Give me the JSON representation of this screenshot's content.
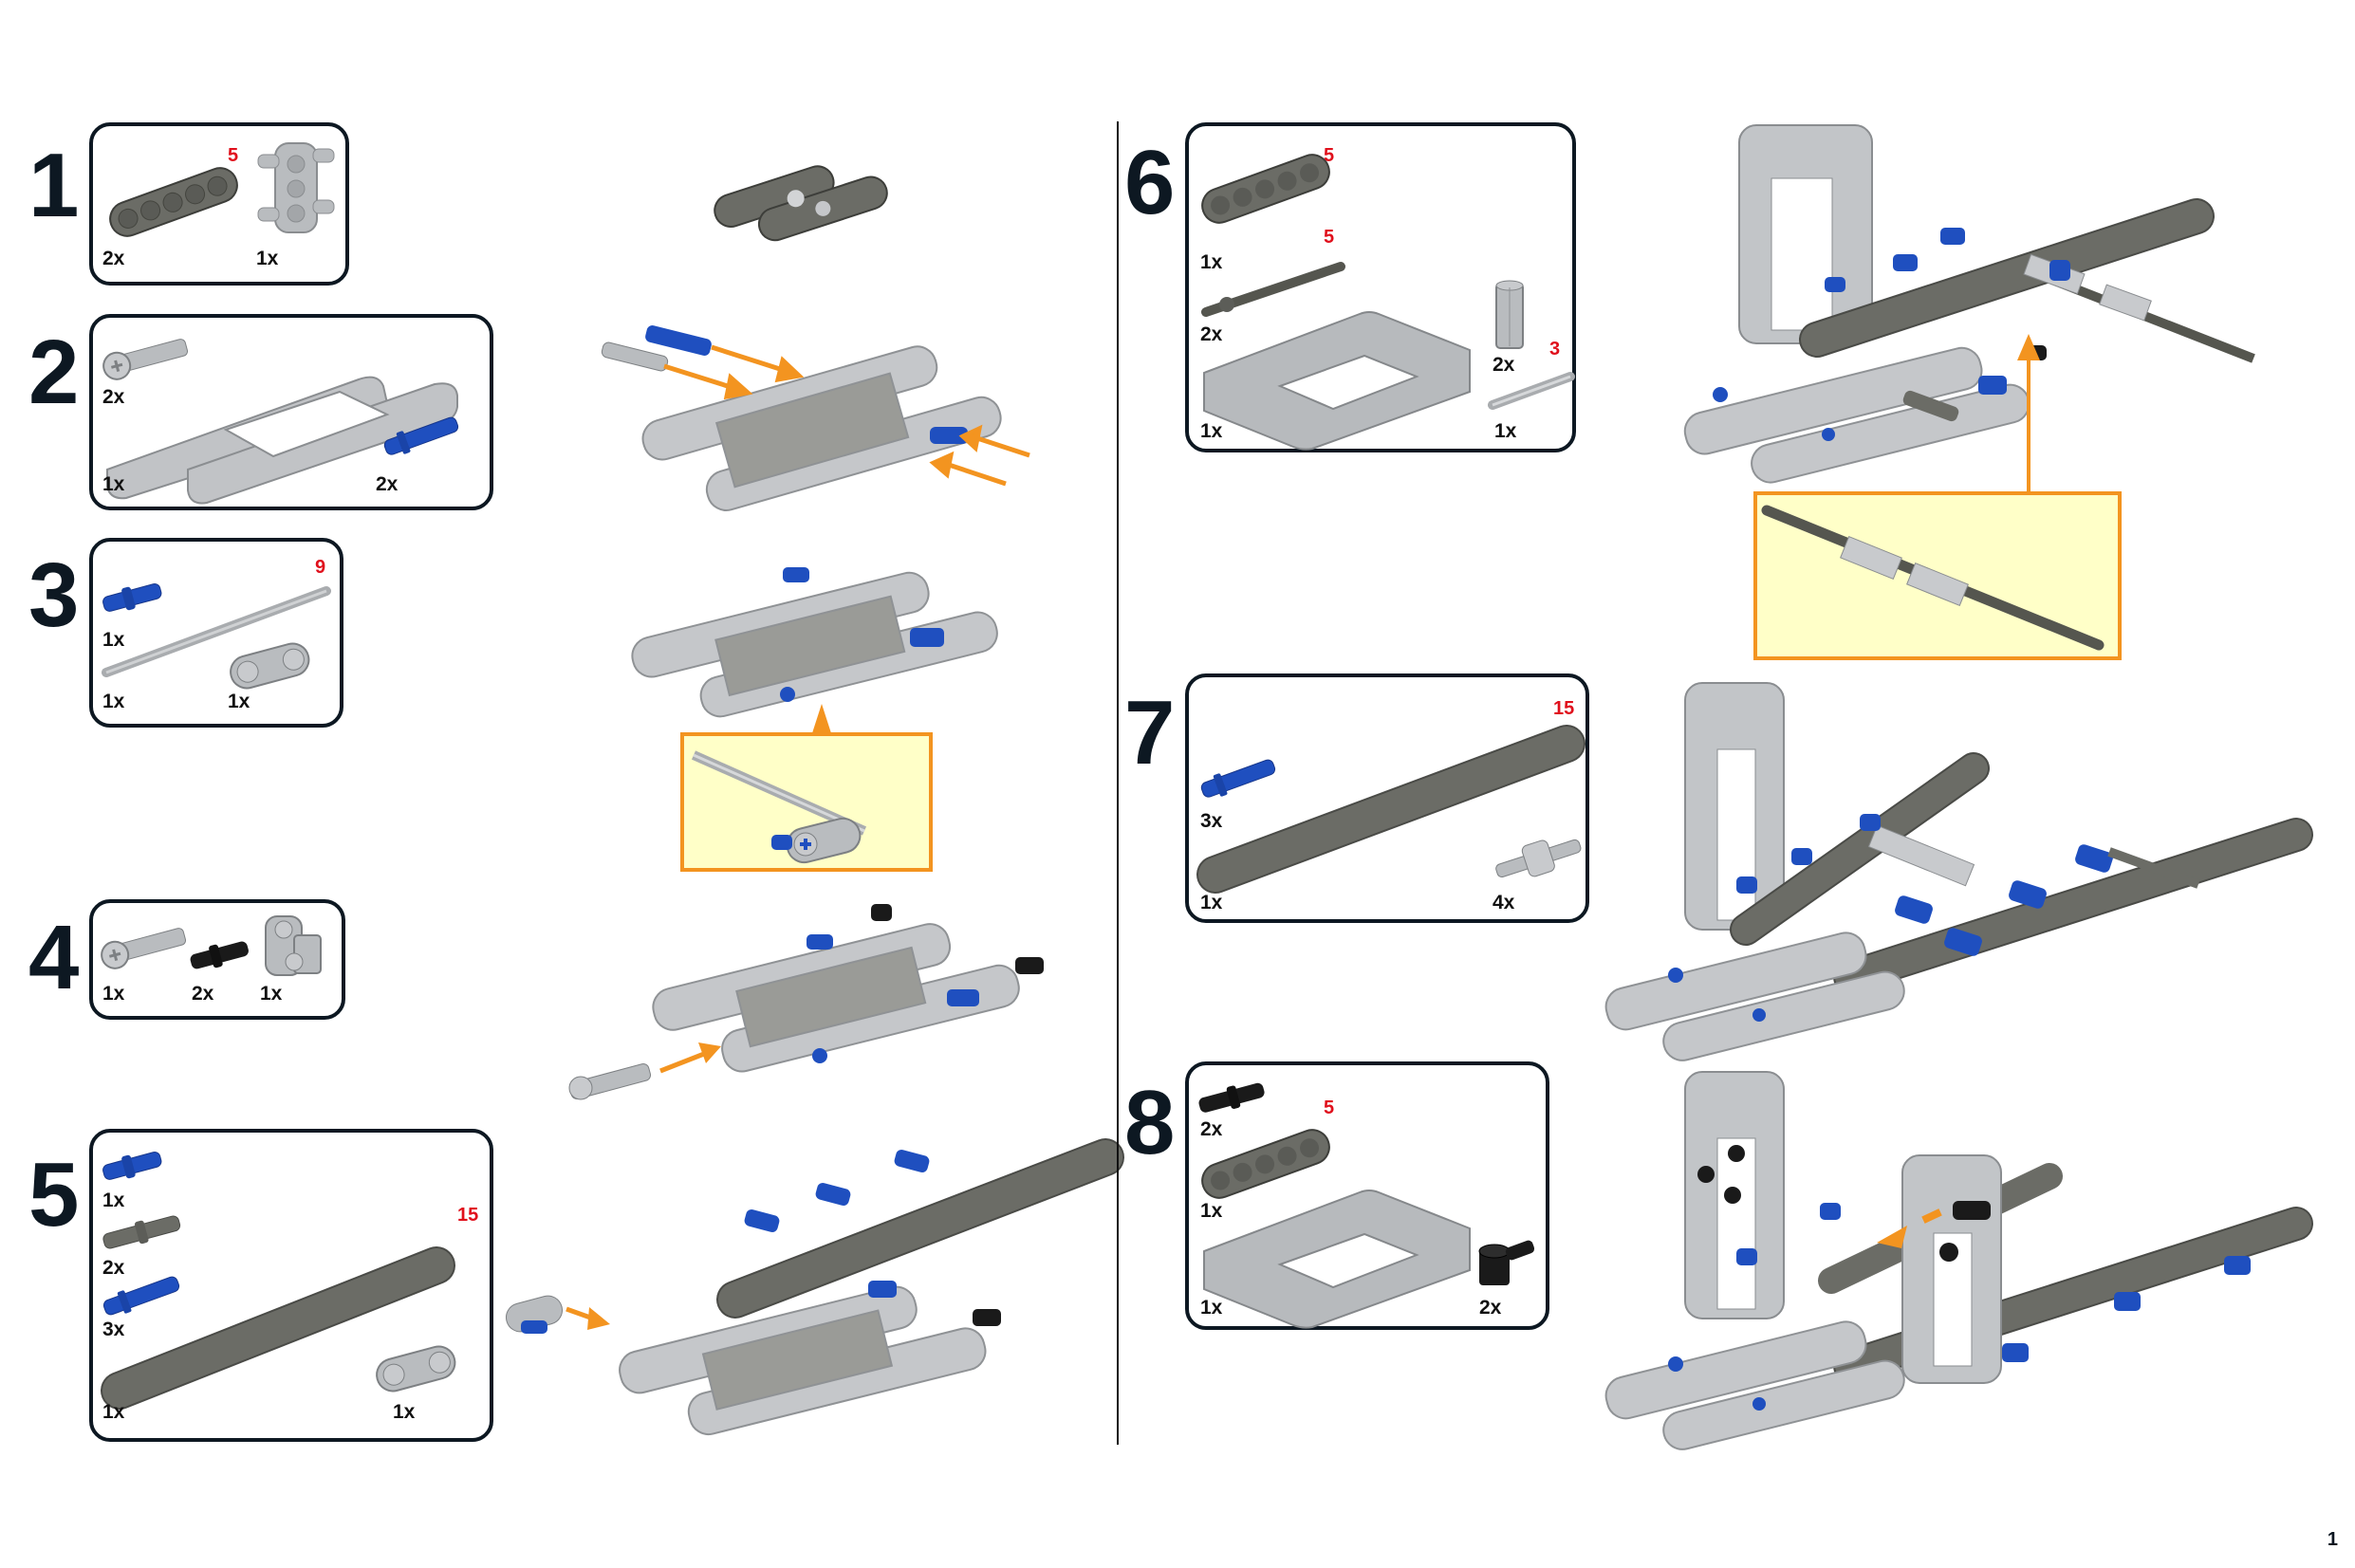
{
  "page": {
    "number": "1"
  },
  "colors": {
    "dark_gray": "#6b6c66",
    "light_gray": "#b9bcbf",
    "blue": "#1f4fbf",
    "black": "#1a1a1a",
    "arrow_orange": "#f39420",
    "callout_bg": "#ffffc8",
    "length_red": "#e0101c"
  },
  "steps": [
    {
      "number": "1",
      "parts": [
        {
          "name": "Liftarm 1x5 (dark gray)",
          "qty": "2x",
          "length": "5"
        },
        {
          "name": "Pin connector block (light gray)",
          "qty": "1x"
        }
      ]
    },
    {
      "number": "2",
      "parts": [
        {
          "name": "Pin with friction ridges (light gray)",
          "qty": "2x"
        },
        {
          "name": "Open frame 5x11 (light gray)",
          "qty": "1x"
        },
        {
          "name": "Long pin (blue)",
          "qty": "2x"
        }
      ]
    },
    {
      "number": "3",
      "parts": [
        {
          "name": "Pin with friction (blue)",
          "qty": "1x"
        },
        {
          "name": "Axle (light gray)",
          "qty": "1x",
          "length": "9"
        },
        {
          "name": "Cross block 1x3 (light gray)",
          "qty": "1x"
        }
      ]
    },
    {
      "number": "4",
      "parts": [
        {
          "name": "Pin with friction ridges (light gray)",
          "qty": "1x"
        },
        {
          "name": "Pin with friction (black)",
          "qty": "2x"
        },
        {
          "name": "Cross block 2x1 (light gray)",
          "qty": "1x"
        }
      ]
    },
    {
      "number": "5",
      "parts": [
        {
          "name": "Pin with friction (blue)",
          "qty": "1x"
        },
        {
          "name": "Pin (dark gray)",
          "qty": "2x"
        },
        {
          "name": "Long pin (blue)",
          "qty": "3x"
        },
        {
          "name": "Liftarm 1x15 (dark gray)",
          "qty": "1x",
          "length": "15"
        },
        {
          "name": "Cross block 1x3 (light gray)",
          "qty": "1x"
        }
      ]
    },
    {
      "number": "6",
      "parts": [
        {
          "name": "Liftarm 1x5 (dark gray)",
          "qty": "1x",
          "length": "5"
        },
        {
          "name": "Axle with stop (dark gray)",
          "qty": "2x",
          "length": "5"
        },
        {
          "name": "Open frame 5x7 (light gray)",
          "qty": "1x"
        },
        {
          "name": "Axle connector (light gray)",
          "qty": "2x"
        },
        {
          "name": "Axle (light gray)",
          "qty": "1x",
          "length": "3"
        }
      ]
    },
    {
      "number": "7",
      "parts": [
        {
          "name": "Long pin (blue)",
          "qty": "3x"
        },
        {
          "name": "Liftarm 1x15 (dark gray)",
          "qty": "1x",
          "length": "15"
        },
        {
          "name": "Axle/pin connector (light gray)",
          "qty": "4x"
        }
      ]
    },
    {
      "number": "8",
      "parts": [
        {
          "name": "Pin with friction (black)",
          "qty": "2x"
        },
        {
          "name": "Liftarm 1x5 (dark gray)",
          "qty": "1x",
          "length": "5"
        },
        {
          "name": "Open frame 5x7 (light gray)",
          "qty": "1x"
        },
        {
          "name": "Pin with pin hole (black)",
          "qty": "2x"
        }
      ]
    }
  ]
}
